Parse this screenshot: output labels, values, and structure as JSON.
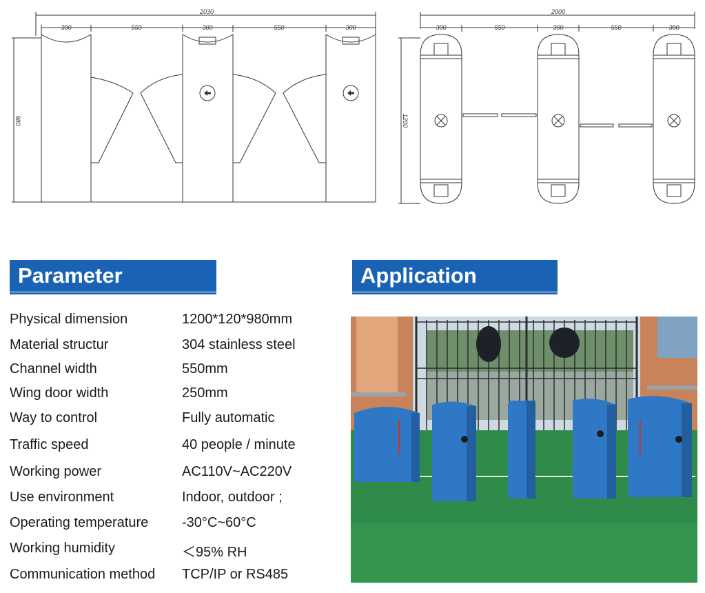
{
  "front_view": {
    "dims": {
      "total": "2030",
      "pillar_a": "300",
      "gap_a": "550",
      "pillar_b": "300",
      "gap_b": "550",
      "pillar_c": "300",
      "height": "980"
    }
  },
  "top_view": {
    "dims": {
      "total": "2000",
      "pillar_a": "300",
      "gap_a": "550",
      "pillar_b": "300",
      "gap_b": "550",
      "pillar_c": "300",
      "depth": "1200"
    }
  },
  "parameter": {
    "title": "Parameter",
    "rows": [
      {
        "label": "Physical dimension",
        "value": "1200*120*980mm"
      },
      {
        "label": "Material structur",
        "value": "304 stainless steel"
      },
      {
        "label": "Channel width",
        "value": "550mm"
      },
      {
        "label": "Wing door width",
        "value": "250mm"
      },
      {
        "label": "Way to control",
        "value": "Fully automatic"
      },
      {
        "label": "Traffic speed",
        "value": "40 people / minute"
      },
      {
        "label": "Working power",
        "value": "AC110V~AC220V"
      },
      {
        "label": "Use environment",
        "value": "Indoor, outdoor ;"
      },
      {
        "label": "Operating temperature",
        "value": "-30°C~60°C"
      },
      {
        "label": "Working humidity",
        "value": "＜95% RH"
      },
      {
        "label": "Communication method",
        "value": "TCP/IP or RS485"
      }
    ]
  },
  "application": {
    "title": "Application"
  },
  "colors": {
    "header_blue": "#1a63b4",
    "turf_green": "#2f8b4a",
    "turnstile_blue": "#2f78c6"
  }
}
